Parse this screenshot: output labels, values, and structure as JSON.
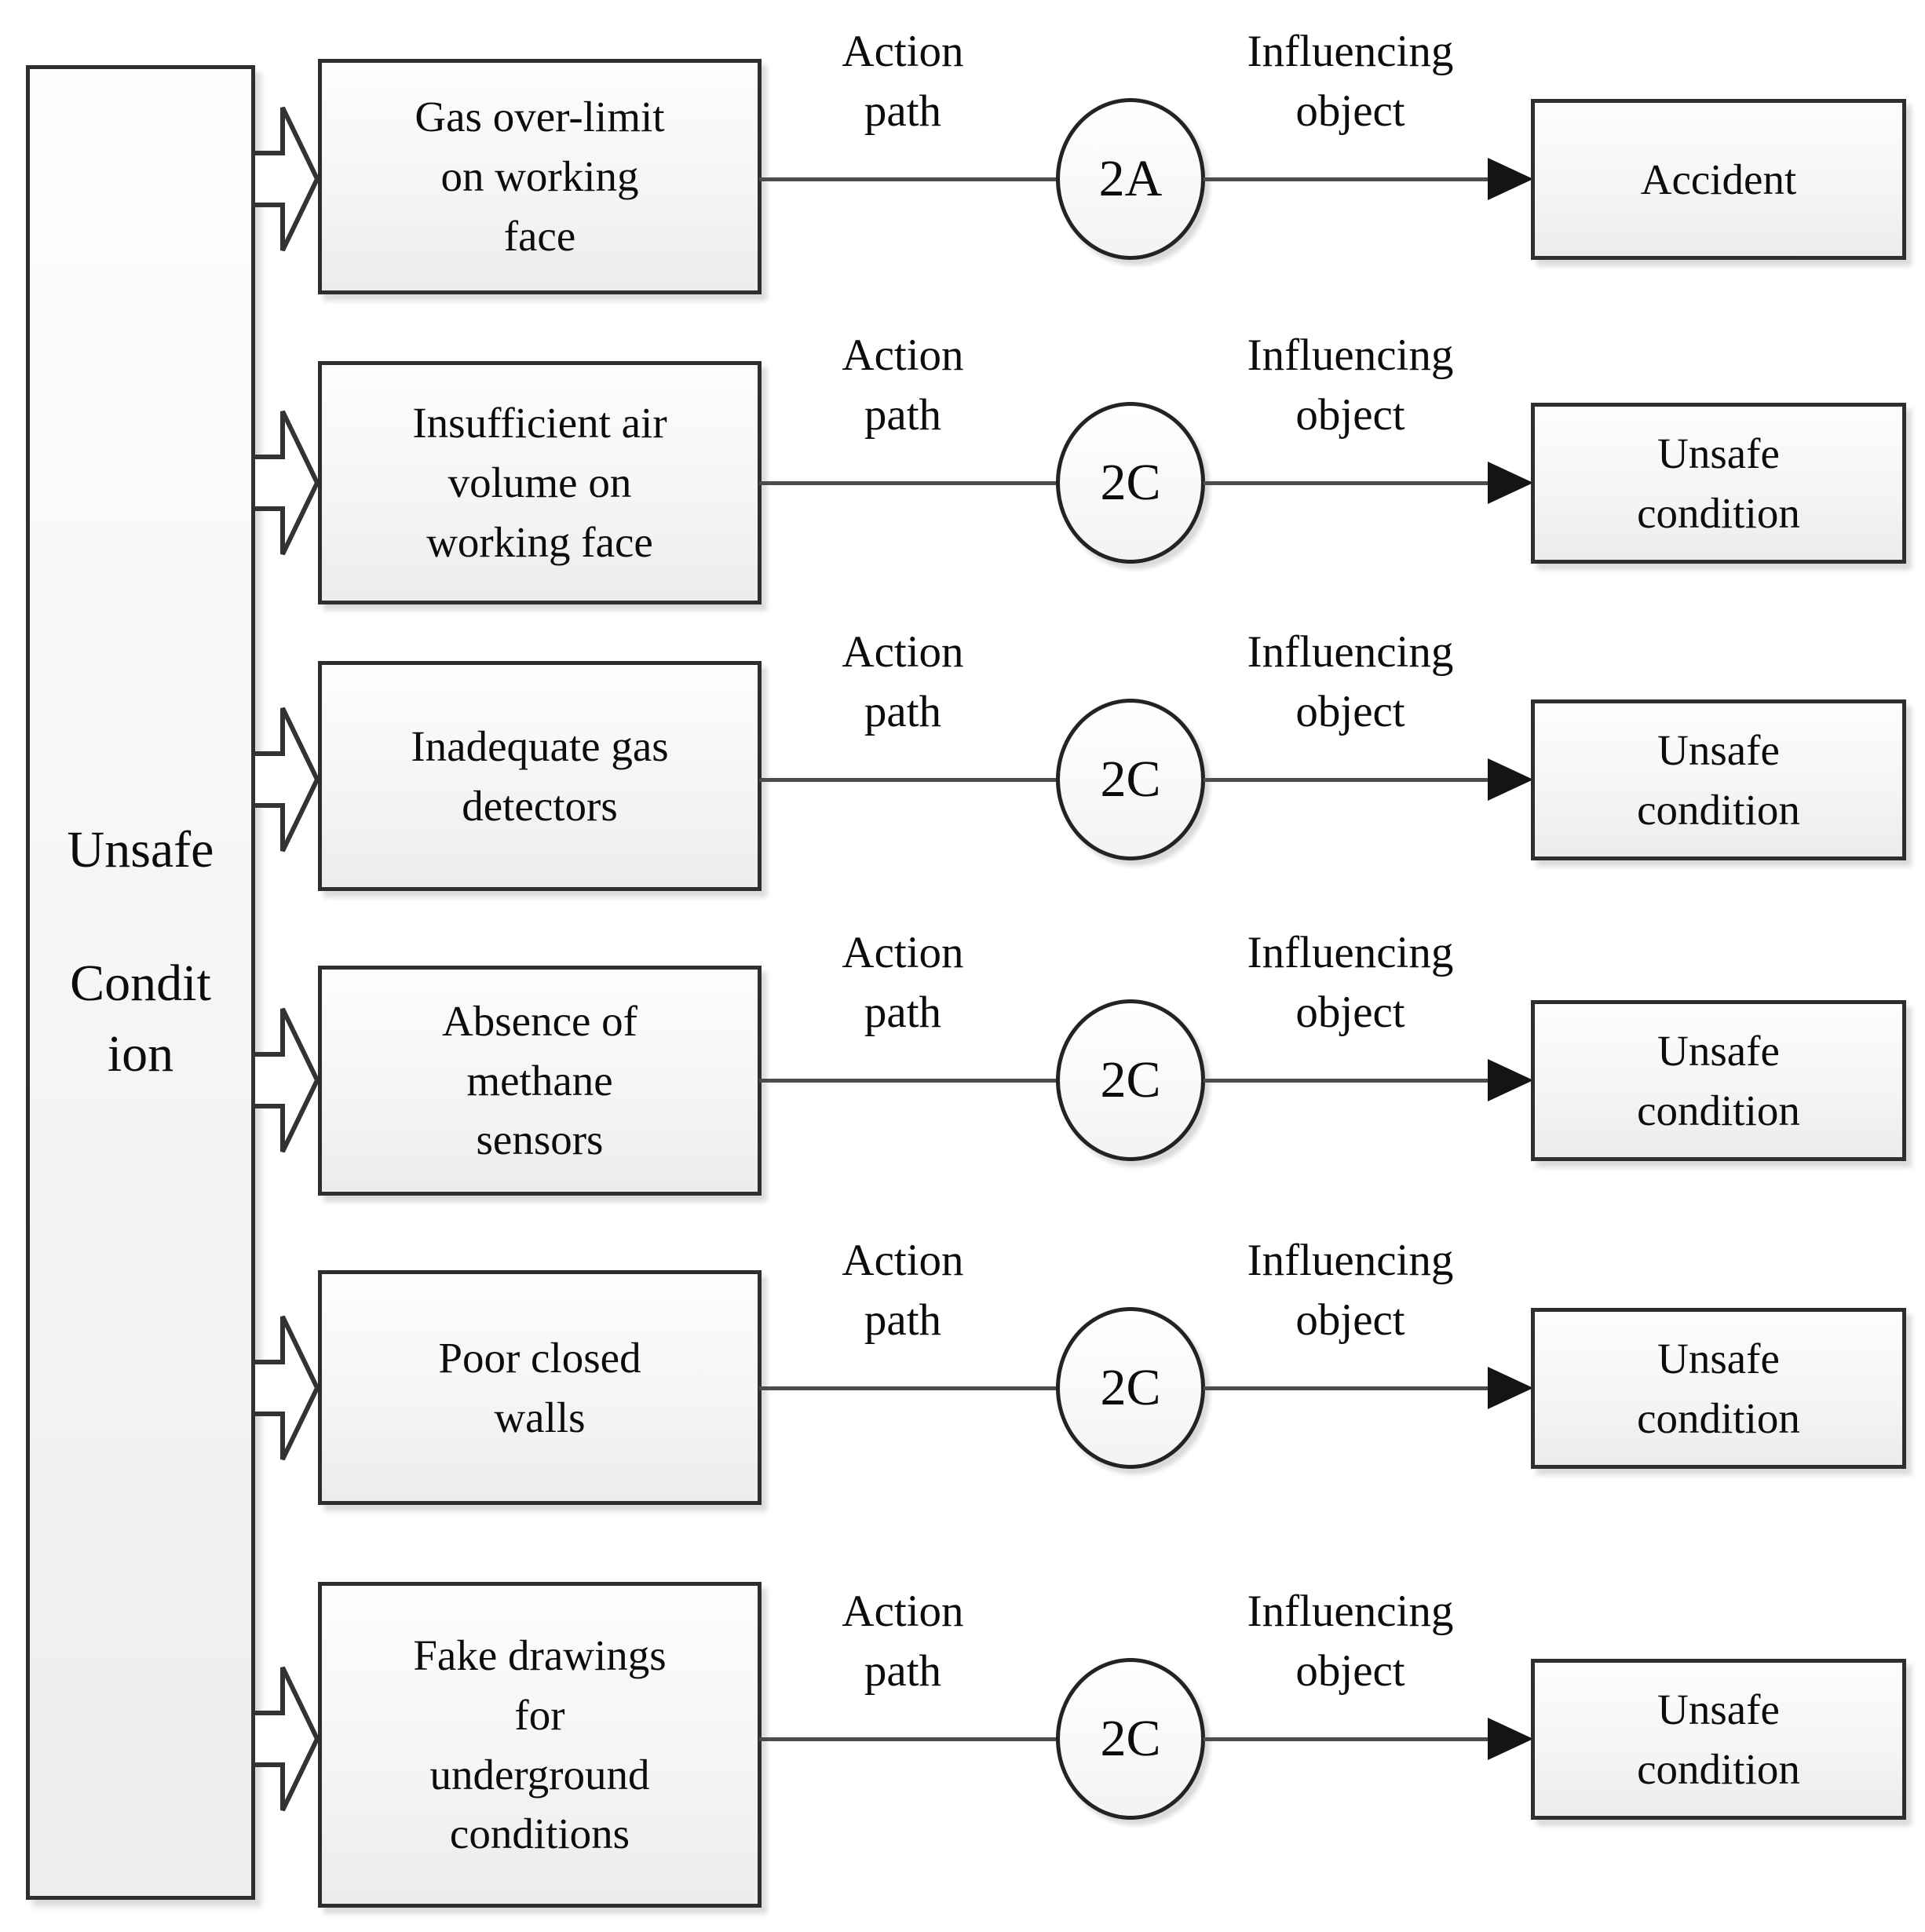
{
  "diagram": {
    "root_box": {
      "label": "Unsafe Condition",
      "lines": [
        "Unsafe",
        "Condit",
        "ion"
      ]
    },
    "labels": {
      "action_path": [
        "Action",
        "path"
      ],
      "influencing_object": [
        "Influencing",
        "object"
      ]
    },
    "rows": [
      {
        "source": [
          "Gas over-limit",
          "on working",
          "face"
        ],
        "code": "2A",
        "target": [
          "Accident"
        ]
      },
      {
        "source": [
          "Insufficient air",
          "volume on",
          "working face"
        ],
        "code": "2C",
        "target": [
          "Unsafe",
          "condition"
        ]
      },
      {
        "source": [
          "Inadequate gas",
          "detectors"
        ],
        "code": "2C",
        "target": [
          "Unsafe",
          "condition"
        ]
      },
      {
        "source": [
          "Absence of",
          "methane",
          "sensors"
        ],
        "code": "2C",
        "target": [
          "Unsafe",
          "condition"
        ]
      },
      {
        "source": [
          "Poor closed",
          "walls"
        ],
        "code": "2C",
        "target": [
          "Unsafe",
          "condition"
        ]
      },
      {
        "source": [
          "Fake drawings",
          "for",
          "underground",
          "conditions"
        ],
        "code": "2C",
        "target": [
          "Unsafe",
          "condition"
        ]
      }
    ],
    "colors": {
      "border": "#2e2e2e",
      "line": "#4c4c4c",
      "text": "#0c0c0c",
      "fill_top": "#fdfdfd",
      "fill_bottom": "#ececec"
    }
  }
}
